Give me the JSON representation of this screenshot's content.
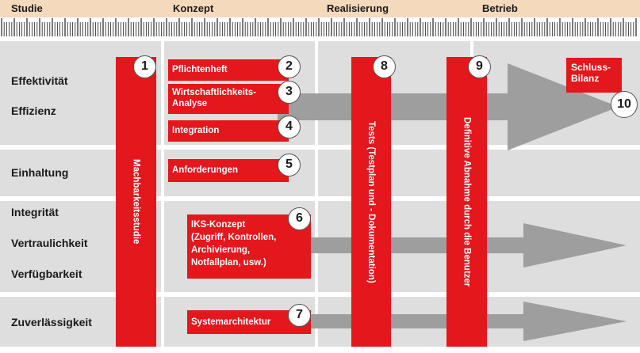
{
  "phases": [
    "Studie",
    "Konzept",
    "Realisierung",
    "Betrieb"
  ],
  "row_labels": {
    "effektivitaet": "Effektivität",
    "effizienz": "Effizienz",
    "einhaltung": "Einhaltung",
    "integritaet": "Integrität",
    "vertraulichkeit": "Vertraulichkeit",
    "verfuegbarkeit": "Verfügbarkeit",
    "zuverlaessigkeit": "Zuverlässigkeit"
  },
  "steps": {
    "s1": {
      "number": "1",
      "label": "Machbarkeitsstudie"
    },
    "s2": {
      "number": "2",
      "label": "Pflichtenheft"
    },
    "s3": {
      "number": "3",
      "label_line1": "Wirtschaftlichkeits-",
      "label_line2": "Analyse"
    },
    "s4": {
      "number": "4",
      "label": "Integration"
    },
    "s5": {
      "number": "5",
      "label": "Anforderungen"
    },
    "s6": {
      "number": "6",
      "line1": "IKS-Konzept",
      "line2": "(Zugriff, Kontrollen,",
      "line3": "Archivierung,",
      "line4": "Notfallplan, usw.)"
    },
    "s7": {
      "number": "7",
      "label": "Systemarchitektur"
    },
    "s8": {
      "number": "8",
      "label": "Tests (Testplan und - Dokumentation)"
    },
    "s9": {
      "number": "9",
      "label": "Definitive Abnahme durch die Benutzer"
    },
    "s10": {
      "number": "10",
      "label_line1": "Schluss-",
      "label_line2": "Bilanz"
    }
  },
  "colors": {
    "accent_red": "#e3171c",
    "band_grey": "#dedede",
    "header_peach": "#f5d9bc",
    "arrow_grey": "#9e9e9e"
  }
}
